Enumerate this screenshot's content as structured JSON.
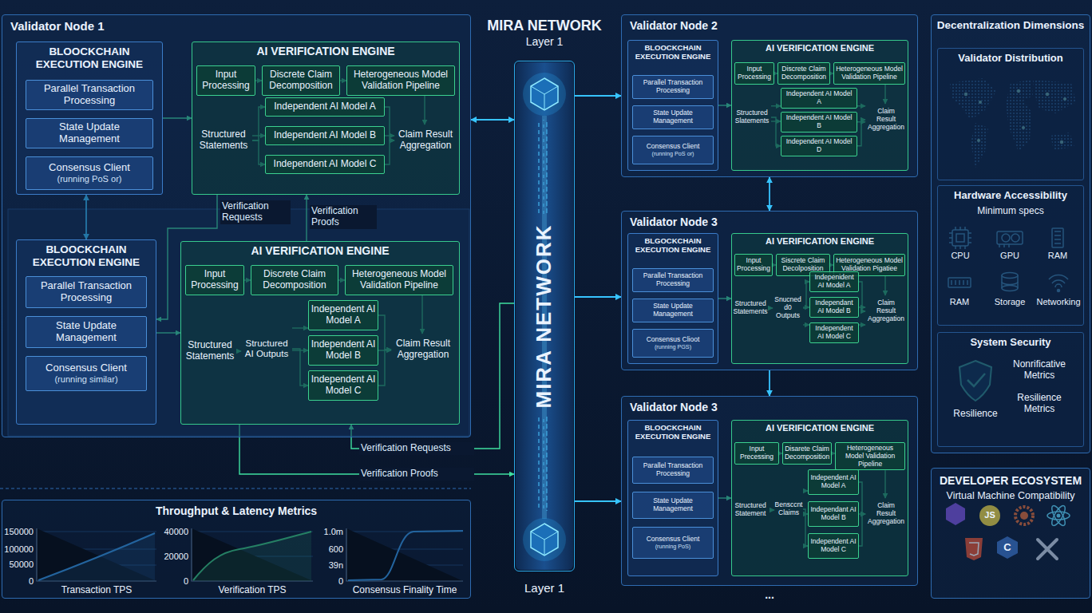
{
  "diagram": {
    "title": "MIRA NETWORK",
    "nodes": [
      {
        "text": [
          "Validator Node 1"
        ]
      },
      {
        "text": [
          "BLOOCKCHAIN EXECUTION ENGINE"
        ],
        "in": 0
      },
      {
        "text": [
          "Parallel Transaction Processing"
        ],
        "in": 1
      },
      {
        "text": [
          "State Update Management"
        ],
        "in": 1
      },
      {
        "text": [
          "Consensus Client",
          "(running PoS or)"
        ],
        "in": 1
      },
      {
        "text": [
          "AI VERIFICATION ENGINE"
        ],
        "in": 0
      },
      {
        "text": [
          "Input Processing"
        ],
        "in": 5
      },
      {
        "text": [
          "Discrete Claim Decomposition"
        ],
        "in": 5
      },
      {
        "text": [
          "Heterogeneous Model Validation Pipeline"
        ],
        "in": 5
      },
      {
        "text": [
          "Structured Statements"
        ],
        "in": 5
      },
      {
        "text": [
          "Independent AI Model A"
        ],
        "in": 5
      },
      {
        "text": [
          "Independent AI Model B"
        ],
        "in": 5
      },
      {
        "text": [
          "Independent AI Model C"
        ],
        "in": 5
      },
      {
        "text": [
          "Claim Result Aggregation"
        ],
        "in": 5
      },
      {
        "text": [
          "BLOOCKCHAIN EXECUTION ENGINE"
        ],
        "in": 0
      },
      {
        "text": [
          "Parallel Transaction Processing"
        ],
        "in": 14
      },
      {
        "text": [
          "State Update Management"
        ],
        "in": 14
      },
      {
        "text": [
          "Consensus Client",
          "(running similar)"
        ],
        "in": 14
      },
      {
        "text": [
          "AI VERIFICATION ENGINE"
        ],
        "in": 0
      },
      {
        "text": [
          "Input Processing"
        ],
        "in": 18
      },
      {
        "text": [
          "Discrete Claim Decomposition"
        ],
        "in": 18
      },
      {
        "text": [
          "Heterogeneous Model Validation Pipeline"
        ],
        "in": 18
      },
      {
        "text": [
          "Structured Statements"
        ],
        "in": 18
      },
      {
        "text": [
          "Structured AI Outputs"
        ],
        "in": 18
      },
      {
        "text": [
          "Independent AI Model A"
        ],
        "in": 18
      },
      {
        "text": [
          "Independent AI Model B"
        ],
        "in": 18
      },
      {
        "text": [
          "Independent AI Model C"
        ],
        "in": 18
      },
      {
        "text": [
          "Claim Result Aggregation"
        ],
        "in": 18
      },
      {
        "text": [
          "MIRA NETWORK",
          "Layer 1"
        ]
      },
      {
        "text": [
          "Validator Node 2"
        ]
      },
      {
        "text": [
          "BLOOCKCHAIN EXECUTION ENGINE"
        ],
        "in": 29
      },
      {
        "text": [
          "Parallel Transaction Processing"
        ],
        "in": 30
      },
      {
        "text": [
          "State Update Management"
        ],
        "in": 30
      },
      {
        "text": [
          "Consensus Client",
          "(running PoS or)"
        ],
        "in": 30
      },
      {
        "text": [
          "AI VERIFICATION ENGINE"
        ],
        "in": 29
      },
      {
        "text": [
          "Input Processing"
        ],
        "in": 34
      },
      {
        "text": [
          "Discrete Claim Decomposition"
        ],
        "in": 34
      },
      {
        "text": [
          "Heterogeneous Model Validation Pipeline"
        ],
        "in": 34
      },
      {
        "text": [
          "Structured Slatements"
        ],
        "in": 34
      },
      {
        "text": [
          "Independent AI Model A"
        ],
        "in": 34
      },
      {
        "text": [
          "Independent AI Model B"
        ],
        "in": 34
      },
      {
        "text": [
          "Independent AI Model D"
        ],
        "in": 34
      },
      {
        "text": [
          "Claim Result Aggregation"
        ],
        "in": 34
      },
      {
        "text": [
          "Validator Node 3"
        ]
      },
      {
        "text": [
          "BLGOCKCHAIN EXECUTION ENGINE"
        ],
        "in": 43
      },
      {
        "text": [
          "Parallel Transaction Processing"
        ],
        "in": 44
      },
      {
        "text": [
          "State Update Management"
        ],
        "in": 44
      },
      {
        "text": [
          "Consensus Clioot",
          "(running PGS)"
        ],
        "in": 44
      },
      {
        "text": [
          "AI VERIFICATION ENGINE"
        ],
        "in": 43
      },
      {
        "text": [
          "Input Processing"
        ],
        "in": 48
      },
      {
        "text": [
          "Siscrete Claim Decolposition"
        ],
        "in": 48
      },
      {
        "text": [
          "Heterogeneous Model Validation Pigatiee"
        ],
        "in": 48
      },
      {
        "text": [
          "Structured Statements"
        ],
        "in": 48
      },
      {
        "text": [
          "Snucned d0 Outputs"
        ],
        "in": 48
      },
      {
        "text": [
          "Indepenident AI Model A"
        ],
        "in": 48
      },
      {
        "text": [
          "Independant AI Model B"
        ],
        "in": 48
      },
      {
        "text": [
          "Independent AI Model C"
        ],
        "in": 48
      },
      {
        "text": [
          "Claim Result Aggregation"
        ],
        "in": 48
      },
      {
        "text": [
          "Validator Node 3"
        ]
      },
      {
        "text": [
          "BLOOCKCHAIN EXECUTION ENGINE"
        ],
        "in": 58
      },
      {
        "text": [
          "Parallel Transaction Processing"
        ],
        "in": 59
      },
      {
        "text": [
          "State Update Management"
        ],
        "in": 59
      },
      {
        "text": [
          "Consensus Client",
          "(running PoS)"
        ],
        "in": 59
      },
      {
        "text": [
          "AI VERIFICATION ENGINE"
        ],
        "in": 58
      },
      {
        "text": [
          "Input Precessing"
        ],
        "in": 63
      },
      {
        "text": [
          "Disarete Claim Decomposition"
        ],
        "in": 63
      },
      {
        "text": [
          "Heterogeneous Model Validation Pipeline"
        ],
        "in": 63
      },
      {
        "text": [
          "Structured Statement"
        ],
        "in": 63
      },
      {
        "text": [
          "Bensccnt Claims"
        ],
        "in": 63
      },
      {
        "text": [
          "Independent AI Model A"
        ],
        "in": 63
      },
      {
        "text": [
          "Independant AI Model B"
        ],
        "in": 63
      },
      {
        "text": [
          "Independent AI Model C"
        ],
        "in": 63
      },
      {
        "text": [
          "Claim Result Aggregation"
        ],
        "in": 63
      },
      {
        "text": [
          "Decentralization Dimensions"
        ]
      },
      {
        "text": [
          "Validator Distribution"
        ],
        "in": 73
      },
      {
        "text": [
          "Hardware Accessibility",
          "Minimum specs",
          "CPU",
          "GPU",
          "RAM",
          "RAM",
          "Storage",
          "Networking"
        ],
        "in": 73
      },
      {
        "text": [
          "System Security",
          "Resilience",
          "Nonrificative Metrics",
          "Resilience Metrics"
        ],
        "in": 73
      },
      {
        "text": [
          "DEVELOPER ECOSYSTEM",
          "Virtual Machine Compatibility",
          "JS",
          "C"
        ]
      },
      {
        "text": [
          "Throughput & Latency Metrics",
          "150000",
          "100000",
          "50000",
          "0",
          "Transaction TPS",
          "40000",
          "20000",
          "0",
          "Verification TPS",
          "1.0m",
          "600",
          "39n",
          "0",
          "Consensus Finality Time"
        ]
      }
    ],
    "edges": [
      {
        "from": 1,
        "to": 5,
        "arrow": "to"
      },
      {
        "from": 1,
        "to": 14,
        "arrow": "both"
      },
      {
        "from": 14,
        "to": 18,
        "arrow": "to"
      },
      {
        "from": 6,
        "to": 7,
        "arrow": "to"
      },
      {
        "from": 7,
        "to": 8,
        "arrow": "to"
      },
      {
        "from": 8,
        "to": 13,
        "arrow": "to"
      },
      {
        "from": 9,
        "to": 10,
        "arrow": "to"
      },
      {
        "from": 9,
        "to": 11,
        "arrow": "to"
      },
      {
        "from": 9,
        "to": 12,
        "arrow": "to"
      },
      {
        "from": 10,
        "to": 13,
        "arrow": "to"
      },
      {
        "from": 11,
        "to": 13,
        "arrow": "to"
      },
      {
        "from": 12,
        "to": 13,
        "arrow": "to"
      },
      {
        "from": 19,
        "to": 20,
        "arrow": "to"
      },
      {
        "from": 20,
        "to": 21,
        "arrow": "to"
      },
      {
        "from": 21,
        "to": 27,
        "arrow": "to"
      },
      {
        "from": 22,
        "to": 23,
        "arrow": "to"
      },
      {
        "from": 23,
        "to": 24,
        "arrow": "to"
      },
      {
        "from": 23,
        "to": 25,
        "arrow": "to"
      },
      {
        "from": 23,
        "to": 26,
        "arrow": "to"
      },
      {
        "from": 24,
        "to": 27,
        "arrow": "to"
      },
      {
        "from": 25,
        "to": 27,
        "arrow": "to"
      },
      {
        "from": 26,
        "to": 27,
        "arrow": "to"
      },
      {
        "from": 5,
        "to": 14,
        "label": "Verification Requests",
        "arrow": "to"
      },
      {
        "from": 18,
        "to": 5,
        "label": "Verification Proofs",
        "arrow": "to"
      },
      {
        "from": 0,
        "to": 28,
        "arrow": "both"
      },
      {
        "from": 28,
        "to": 18,
        "label": "Verification Requests",
        "arrow": "to"
      },
      {
        "from": 18,
        "to": 28,
        "label": "Verification Proofs",
        "arrow": "to"
      },
      {
        "from": 28,
        "to": 29,
        "arrow": "to"
      },
      {
        "from": 28,
        "to": 43,
        "arrow": "to"
      },
      {
        "from": 28,
        "to": 58,
        "arrow": "to"
      },
      {
        "from": 29,
        "to": 43,
        "arrow": "both"
      },
      {
        "from": 43,
        "to": 58,
        "arrow": "to"
      },
      {
        "from": 30,
        "to": 34,
        "arrow": "to"
      },
      {
        "from": 35,
        "to": 36,
        "arrow": "to"
      },
      {
        "from": 36,
        "to": 37,
        "arrow": "to"
      },
      {
        "from": 37,
        "to": 42,
        "arrow": "to"
      },
      {
        "from": 38,
        "to": 39,
        "arrow": "to"
      },
      {
        "from": 38,
        "to": 40,
        "arrow": "to"
      },
      {
        "from": 38,
        "to": 41,
        "arrow": "to"
      },
      {
        "from": 39,
        "to": 42,
        "arrow": "to"
      },
      {
        "from": 40,
        "to": 42,
        "arrow": "to"
      },
      {
        "from": 41,
        "to": 42,
        "arrow": "to"
      },
      {
        "from": 44,
        "to": 48,
        "arrow": "to"
      },
      {
        "from": 49,
        "to": 50,
        "arrow": "to"
      },
      {
        "from": 50,
        "to": 51,
        "arrow": "to"
      },
      {
        "from": 51,
        "to": 57,
        "arrow": "to"
      },
      {
        "from": 52,
        "to": 53,
        "arrow": "to"
      },
      {
        "from": 53,
        "to": 54,
        "arrow": "to"
      },
      {
        "from": 53,
        "to": 55,
        "arrow": "to"
      },
      {
        "from": 53,
        "to": 56,
        "arrow": "to"
      },
      {
        "from": 54,
        "to": 57,
        "arrow": "to"
      },
      {
        "from": 55,
        "to": 57,
        "arrow": "to"
      },
      {
        "from": 56,
        "to": 57,
        "arrow": "to"
      },
      {
        "from": 59,
        "to": 63,
        "arrow": "to"
      },
      {
        "from": 64,
        "to": 65,
        "arrow": "to"
      },
      {
        "from": 65,
        "to": 66,
        "arrow": "to"
      },
      {
        "from": 66,
        "to": 72,
        "arrow": "to"
      },
      {
        "from": 67,
        "to": 68,
        "arrow": "to"
      },
      {
        "from": 68,
        "to": 69,
        "arrow": "to"
      },
      {
        "from": 68,
        "to": 70,
        "arrow": "to"
      },
      {
        "from": 68,
        "to": 71,
        "arrow": "to"
      },
      {
        "from": 69,
        "to": 72,
        "arrow": "to"
      },
      {
        "from": 70,
        "to": 72,
        "arrow": "to"
      },
      {
        "from": 71,
        "to": 72,
        "arrow": "to"
      }
    ],
    "labels": [
      "Layer 1",
      "..."
    ]
  }
}
